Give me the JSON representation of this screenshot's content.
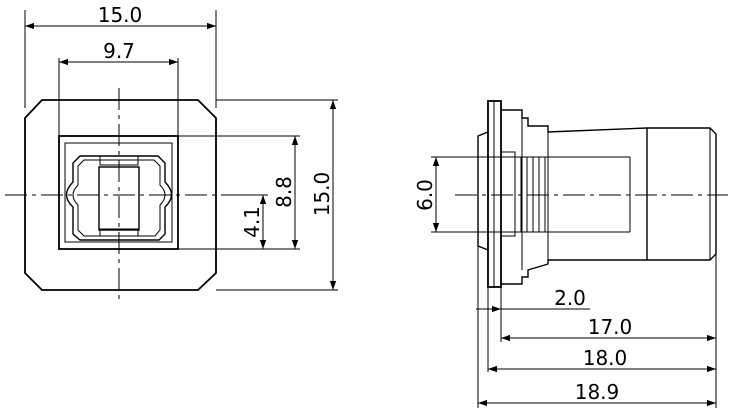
{
  "diagram": {
    "front_view": {
      "dimensions": {
        "overall_width": "15.0",
        "inner_width": "9.7",
        "inner_height": "8.8",
        "center_offset": "4.1",
        "overall_height": "15.0"
      }
    },
    "side_view": {
      "dimensions": {
        "port_height": "6.0",
        "flange_thickness": "2.0",
        "body_length": "17.0",
        "length_with_flange": "18.0",
        "overall_length": "18.9"
      }
    }
  }
}
